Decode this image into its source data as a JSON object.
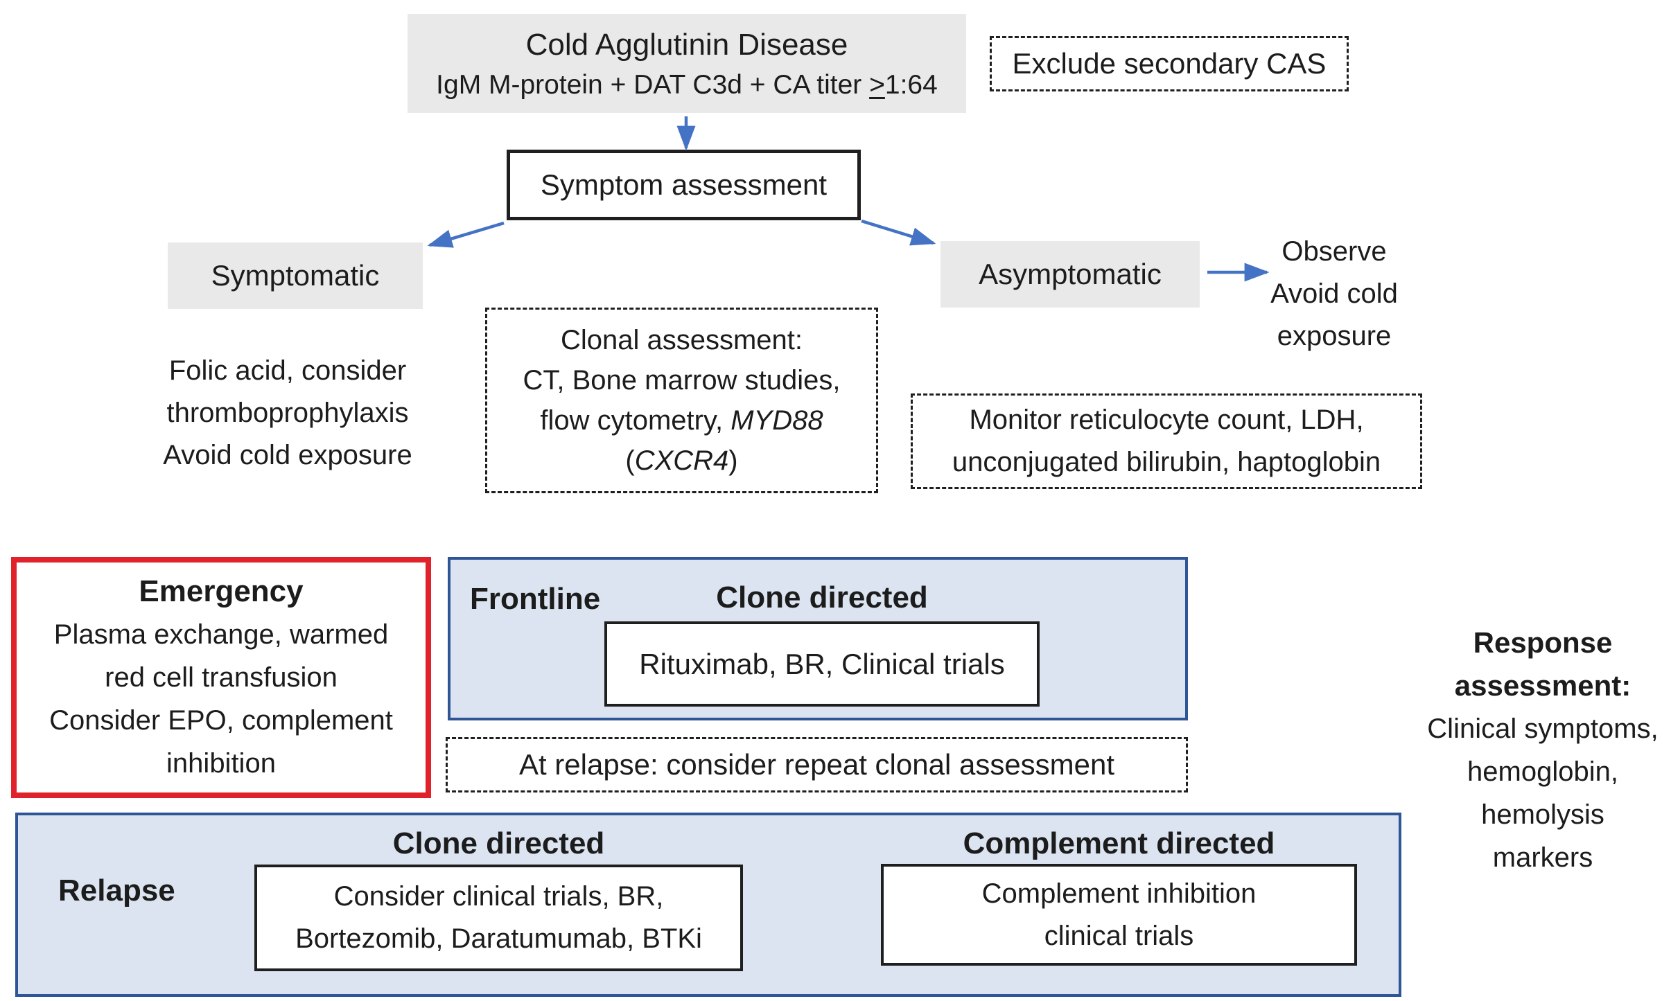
{
  "figure": {
    "title": "Cold Agglutinin Disease treatment algorithm"
  },
  "palette": {
    "arrow_blue": "#4472c4",
    "panel_fill": "#dbe4f0",
    "panel_border": "#2e5595",
    "emergency_border": "#e0232b",
    "node_gray_fill": "#e9e9e9",
    "dashed_border": "#1f1f1f"
  },
  "top": {
    "cad_box": {
      "title": "Cold Agglutinin Disease",
      "subtitle_prefix": "IgM M-protein + DAT C3d + CA titer ",
      "subtitle_geq": ">",
      "subtitle_suffix": "1:64"
    },
    "exclude_box": {
      "label": "Exclude secondary CAS"
    },
    "symptom_box": {
      "label": "Symptom assessment"
    }
  },
  "branches": {
    "symptomatic": {
      "label": "Symptomatic",
      "care_lines": [
        "Folic acid, consider",
        "thromboprophylaxis",
        "Avoid cold exposure"
      ]
    },
    "clonal_box": {
      "line1": "Clonal assessment:",
      "line2": "CT, Bone marrow studies,",
      "line3_prefix": "flow cytometry, ",
      "line3_gene": "MYD88",
      "line4_open": "(",
      "line4_gene": "CXCR4",
      "line4_close": ")"
    },
    "asymptomatic": {
      "label": "Asymptomatic",
      "observe_lines": [
        "Observe",
        "Avoid cold",
        "exposure"
      ],
      "monitor_lines": [
        "Monitor reticulocyte count, LDH,",
        "unconjugated bilirubin, haptoglobin"
      ]
    }
  },
  "treatment": {
    "emergency": {
      "title": "Emergency",
      "lines": [
        "Plasma exchange, warmed",
        "red cell transfusion",
        "Consider EPO, complement",
        "inhibition"
      ]
    },
    "frontline": {
      "label": "Frontline",
      "heading": "Clone directed",
      "therapy": "Rituximab, BR, Clinical trials"
    },
    "at_relapse": {
      "label": "At relapse: consider repeat clonal assessment"
    },
    "relapse": {
      "label": "Relapse",
      "clone": {
        "heading": "Clone directed",
        "lines": [
          "Consider clinical trials, BR,",
          "Bortezomib, Daratumumab, BTKi"
        ]
      },
      "complement": {
        "heading": "Complement directed",
        "lines": [
          "Complement inhibition",
          "clinical trials"
        ]
      }
    },
    "response": {
      "bold_lines": [
        "Response",
        "assessment:"
      ],
      "lines": [
        "Clinical symptoms,",
        "hemoglobin,",
        "hemolysis",
        "markers"
      ]
    }
  }
}
